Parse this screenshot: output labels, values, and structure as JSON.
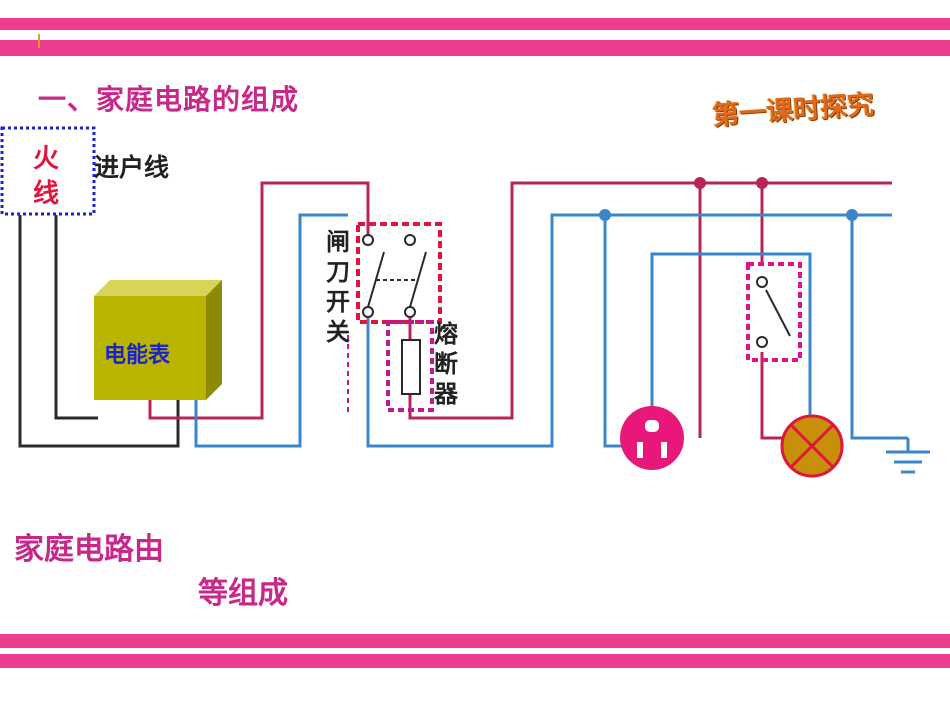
{
  "title": "一、家庭电路的组成",
  "badge": "第一课时探究",
  "labels": {
    "live_wire_1": "火",
    "live_wire_2": "线",
    "service_line": "进户线",
    "meter": "电能表",
    "knife_switch": [
      "闸",
      "刀",
      "开",
      "关"
    ],
    "fuse": [
      "熔",
      "断",
      "器"
    ]
  },
  "caption": {
    "line1": "家庭电路由",
    "line2": "等组成"
  },
  "colors": {
    "band": "#ec3d8f",
    "title": "#c8288a",
    "live_wire": "#b8245a",
    "neutral_wire": "#3a86c8",
    "ground_wire": "#444444",
    "meter_face": "#b8b400",
    "socket": "#e8187a",
    "bulb": "#c8900a",
    "highlight_red": "#e0143c",
    "highlight_blue": "#1a22d0",
    "highlight_pink": "#e0148a"
  }
}
